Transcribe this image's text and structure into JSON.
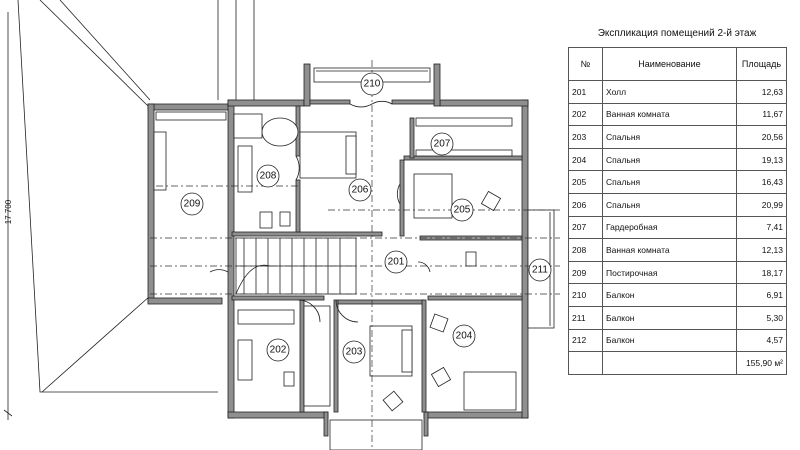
{
  "plan": {
    "dimension_label": "17 700",
    "rooms": [
      {
        "id": "201",
        "label": "201"
      },
      {
        "id": "202",
        "label": "202"
      },
      {
        "id": "203",
        "label": "203"
      },
      {
        "id": "204",
        "label": "204"
      },
      {
        "id": "205",
        "label": "205"
      },
      {
        "id": "206",
        "label": "206"
      },
      {
        "id": "207",
        "label": "207"
      },
      {
        "id": "208",
        "label": "208"
      },
      {
        "id": "209",
        "label": "209"
      },
      {
        "id": "210",
        "label": "210"
      },
      {
        "id": "211",
        "label": "211"
      }
    ]
  },
  "table": {
    "title": "Экспликация помещений 2-й этаж",
    "headers": [
      "№",
      "Наименование",
      "Площадь"
    ],
    "rows": [
      {
        "num": "201",
        "name": "Холл",
        "area": "12,63"
      },
      {
        "num": "202",
        "name": "Ванная комната",
        "area": "11,67"
      },
      {
        "num": "203",
        "name": "Спальня",
        "area": "20,56"
      },
      {
        "num": "204",
        "name": "Спальня",
        "area": "19,13"
      },
      {
        "num": "205",
        "name": "Спальня",
        "area": "16,43"
      },
      {
        "num": "206",
        "name": "Спальня",
        "area": "20,99"
      },
      {
        "num": "207",
        "name": "Гардеробная",
        "area": "7,41"
      },
      {
        "num": "208",
        "name": "Ванная комната",
        "area": "12,13"
      },
      {
        "num": "209",
        "name": "Постирочная",
        "area": "18,17"
      },
      {
        "num": "210",
        "name": "Балкон",
        "area": "6,91"
      },
      {
        "num": "211",
        "name": "Балкон",
        "area": "5,30"
      },
      {
        "num": "212",
        "name": "Балкон",
        "area": "4,57"
      }
    ],
    "total": "155,90 м²"
  }
}
